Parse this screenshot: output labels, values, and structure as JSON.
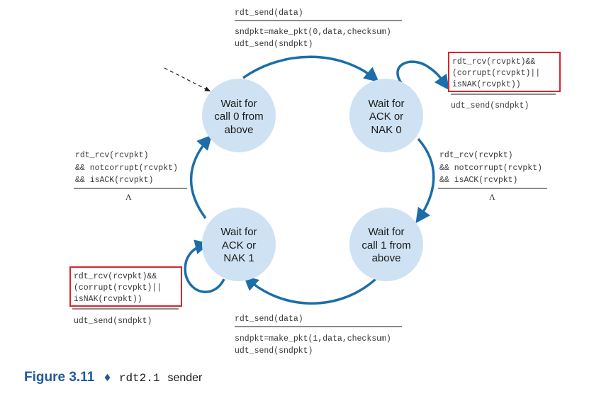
{
  "states": {
    "s0": {
      "lines": [
        "Wait for",
        "call 0 from",
        "above"
      ]
    },
    "s1": {
      "lines": [
        "Wait for",
        "ACK or",
        "NAK 0"
      ]
    },
    "s2": {
      "lines": [
        "Wait for",
        "call 1 from",
        "above"
      ]
    },
    "s3": {
      "lines": [
        "Wait for",
        "ACK or",
        "NAK 1"
      ]
    }
  },
  "transitions": {
    "top": {
      "event": [
        "rdt_send(data)"
      ],
      "action": [
        "sndpkt=make_pkt(0,data,checksum)",
        "udt_send(sndpkt)"
      ]
    },
    "self_right": {
      "event": [
        "rdt_rcv(rcvpkt)&&",
        "(corrupt(rcvpkt)||",
        "isNAK(rcvpkt))"
      ],
      "action": [
        "udt_send(sndpkt)"
      ]
    },
    "right": {
      "event": [
        "rdt_rcv(rcvpkt)",
        "&& notcorrupt(rcvpkt)",
        "&& isACK(rcvpkt)"
      ],
      "action": [
        "Λ"
      ]
    },
    "left": {
      "event": [
        "rdt_rcv(rcvpkt)",
        "&& notcorrupt(rcvpkt)",
        "&& isACK(rcvpkt)"
      ],
      "action": [
        "Λ"
      ]
    },
    "self_left": {
      "event": [
        "rdt_rcv(rcvpkt)&&",
        "(corrupt(rcvpkt)||",
        "isNAK(rcvpkt))"
      ],
      "action": [
        "udt_send(sndpkt)"
      ]
    },
    "bottom": {
      "event": [
        "rdt_send(data)"
      ],
      "action": [
        "sndpkt=make_pkt(1,data,checksum)",
        "udt_send(sndpkt)"
      ]
    }
  },
  "caption": {
    "figure": "Figure 3.11",
    "diamond": "♦",
    "code": "rdt2.1",
    "text": "sender"
  },
  "colors": {
    "state_fill": "#cfe2f3",
    "arrow": "#1b6ea8",
    "highlight": "#d7262b",
    "caption": "#1f5aa0"
  }
}
